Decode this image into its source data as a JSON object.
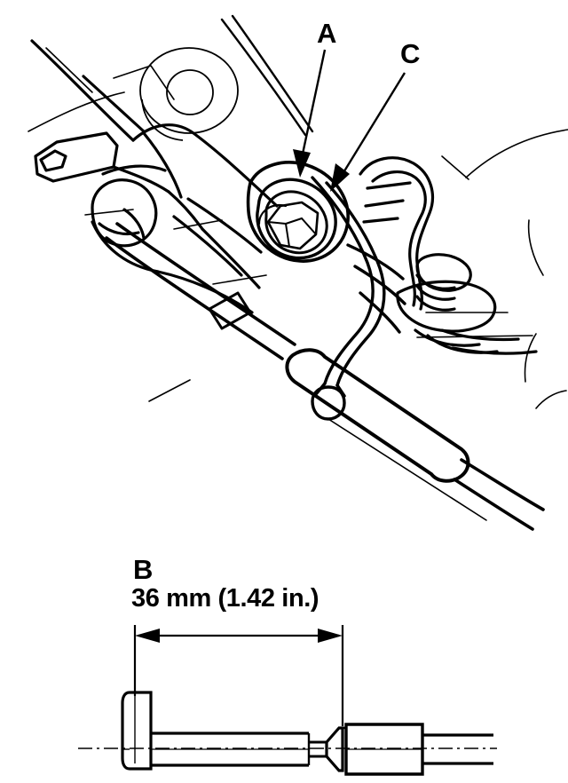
{
  "figure": {
    "type": "technical-line-drawing",
    "background_color": "#ffffff",
    "line_color": "#000000",
    "callouts": {
      "a": "A",
      "c": "C",
      "b": "B"
    },
    "dimension": {
      "value_metric": "36 mm",
      "value_imperial": "(1.42 in.)",
      "text": "36 mm (1.42 in.)"
    },
    "views": {
      "upper": "cable adjuster and bracket assembly perspective view",
      "lower": "cable end side view with length dimension"
    }
  }
}
